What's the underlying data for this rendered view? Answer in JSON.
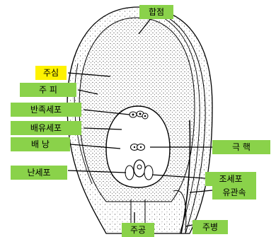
{
  "labels": {
    "hapjeom": "합점",
    "jusim": "주심",
    "jupi": "주 피",
    "banjok": "반족세포",
    "baeyu": "배유세포",
    "baenang": "배  낭",
    "nanse": "난세포",
    "geukhaek": "극   핵",
    "jose": "조세포",
    "yugwansok": "유관속",
    "jugong": "주공",
    "jubyeong": "주병"
  },
  "colors": {
    "label_green": "#8ad24a",
    "highlight_yellow": "#fff200",
    "line": "#000000"
  }
}
